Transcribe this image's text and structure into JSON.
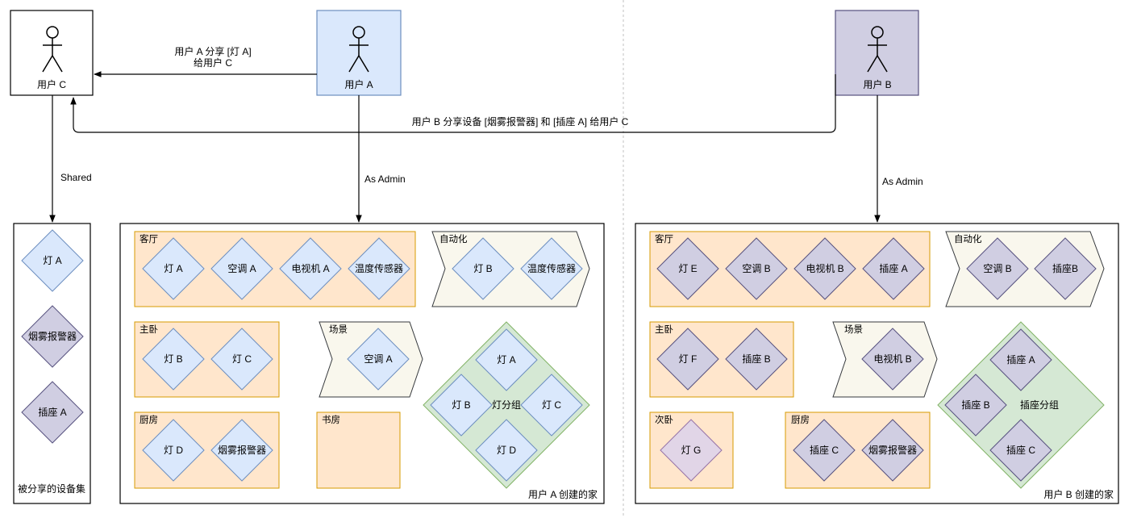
{
  "colors": {
    "device_blue": "#dae8fc",
    "device_blue_stroke": "#6c8ebf",
    "device_purple": "#d0cee2",
    "device_purple_stroke": "#56517e",
    "device_lilac": "#e1d5e7",
    "device_lilac_stroke": "#9673a6",
    "room_fill": "#ffe6cc",
    "room_stroke": "#d79b00",
    "auto_fill": "#f9f7ed",
    "auto_stroke": "#36393d",
    "group_fill": "#d5e8d4",
    "group_stroke": "#82b366",
    "user_a_fill": "#dae8fc",
    "user_b_fill": "#d0cee2"
  },
  "users": {
    "c": {
      "label": "用户 C"
    },
    "a": {
      "label": "用户 A"
    },
    "b": {
      "label": "用户 B"
    }
  },
  "edges": {
    "a_to_c_line1": "用户 A 分享 [灯 A]",
    "a_to_c_line2": "给用户 C",
    "b_to_c": "用户 B 分享设备 [烟雾报警器] 和 [插座 A] 给用户 C",
    "c_shared": "Shared",
    "a_admin": "As Admin",
    "b_admin": "As Admin"
  },
  "shared_set": {
    "title": "被分享的设备集",
    "devices": [
      "灯 A",
      "烟雾报警器",
      "插座 A"
    ]
  },
  "home_a": {
    "title": "用户 A 创建的家",
    "living_room": {
      "label": "客厅",
      "devices": [
        "灯 A",
        "空调 A",
        "电视机 A",
        "温度传感器"
      ]
    },
    "automation": {
      "label": "自动化",
      "devices": [
        "灯 B",
        "温度传感器"
      ]
    },
    "master_bedroom": {
      "label": "主卧",
      "devices": [
        "灯 B",
        "灯 C"
      ]
    },
    "scene": {
      "label": "场景",
      "devices": [
        "空调 A"
      ]
    },
    "kitchen": {
      "label": "厨房",
      "devices": [
        "灯 D",
        "烟雾报警器"
      ]
    },
    "study": {
      "label": "书房"
    },
    "light_group": {
      "label": "灯分组",
      "devices": [
        "灯 A",
        "灯 B",
        "灯 C",
        "灯 D"
      ]
    }
  },
  "home_b": {
    "title": "用户 B 创建的家",
    "living_room": {
      "label": "客厅",
      "devices": [
        "灯 E",
        "空调 B",
        "电视机 B",
        "插座 A"
      ]
    },
    "automation": {
      "label": "自动化",
      "devices": [
        "空调 B",
        "插座B"
      ]
    },
    "master_bedroom": {
      "label": "主卧",
      "devices": [
        "灯 F",
        "插座 B"
      ]
    },
    "scene": {
      "label": "场景",
      "devices": [
        "电视机 B"
      ]
    },
    "second_bedroom": {
      "label": "次卧",
      "devices": [
        "灯 G"
      ]
    },
    "kitchen": {
      "label": "厨房",
      "devices": [
        "插座 C",
        "烟雾报警器"
      ]
    },
    "socket_group": {
      "label": "插座分组",
      "devices": [
        "插座 A",
        "插座 B",
        "插座 C"
      ]
    }
  }
}
